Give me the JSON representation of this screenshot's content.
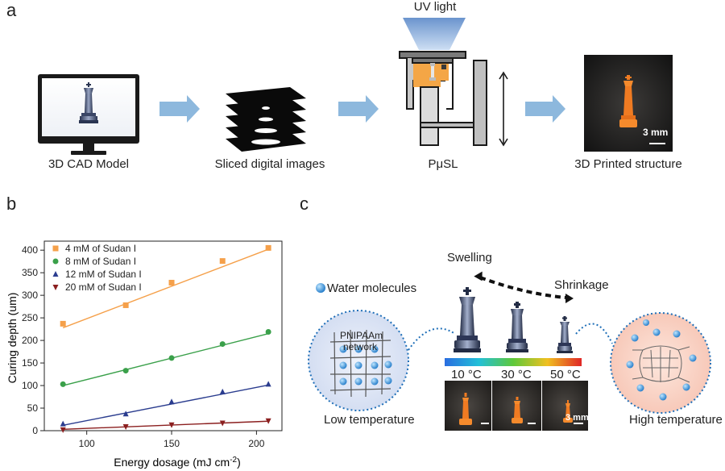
{
  "panel_a": {
    "letter": "a",
    "uv_label": "UV light",
    "captions": [
      "3D CAD Model",
      "Sliced digital images",
      "PμSL",
      "3D Printed structure"
    ],
    "scale_bar": "3 mm"
  },
  "panel_b": {
    "letter": "b"
  },
  "panel_c": {
    "letter": "c",
    "legend": "Water molecules",
    "network_label_1": "PNIPAAm",
    "network_label_2": "network",
    "swelling": "Swelling",
    "shrinkage": "Shrinkage",
    "temps": [
      "10 °C",
      "30 °C",
      "50 °C"
    ],
    "low": "Low temperature",
    "high": "High temperature",
    "scale_bar": "3 mm"
  },
  "chart_data": {
    "type": "scatter",
    "xlabel": "Energy dosage (mJ cm",
    "xlabel_sup": "-2",
    "xlabel_close": ")",
    "ylabel": "Curing depth (um)",
    "xlim": [
      75,
      215
    ],
    "ylim": [
      0,
      420
    ],
    "xticks": [
      100,
      150,
      200
    ],
    "yticks": [
      0,
      50,
      100,
      150,
      200,
      250,
      300,
      350,
      400
    ],
    "legend_position": "top-left",
    "series": [
      {
        "name": "4 mM of Sudan I",
        "marker": "square",
        "color": "#f5a04a",
        "x": [
          86,
          123,
          150,
          180,
          207
        ],
        "y": [
          237,
          278,
          328,
          376,
          405
        ]
      },
      {
        "name": "8 mM of Sudan I",
        "marker": "circle",
        "color": "#3aa04a",
        "x": [
          86,
          123,
          150,
          180,
          207
        ],
        "y": [
          103,
          133,
          161,
          192,
          219
        ]
      },
      {
        "name": "12 mM of Sudan I",
        "marker": "triangle-up",
        "color": "#2b3d8f",
        "x": [
          86,
          123,
          150,
          180,
          207
        ],
        "y": [
          15,
          37,
          64,
          86,
          103
        ]
      },
      {
        "name": "20 mM of Sudan I",
        "marker": "triangle-down",
        "color": "#8b1f1f",
        "x": [
          86,
          123,
          150,
          180,
          207
        ],
        "y": [
          2,
          9,
          13,
          17,
          22
        ]
      }
    ],
    "fits": [
      {
        "color": "#f5a04a",
        "x": [
          86,
          207
        ],
        "y": [
          228,
          402
        ]
      },
      {
        "color": "#3aa04a",
        "x": [
          86,
          207
        ],
        "y": [
          100,
          215
        ]
      },
      {
        "color": "#2b3d8f",
        "x": [
          86,
          207
        ],
        "y": [
          12,
          101
        ]
      },
      {
        "color": "#8b1f1f",
        "x": [
          86,
          207
        ],
        "y": [
          3,
          21
        ]
      }
    ]
  }
}
